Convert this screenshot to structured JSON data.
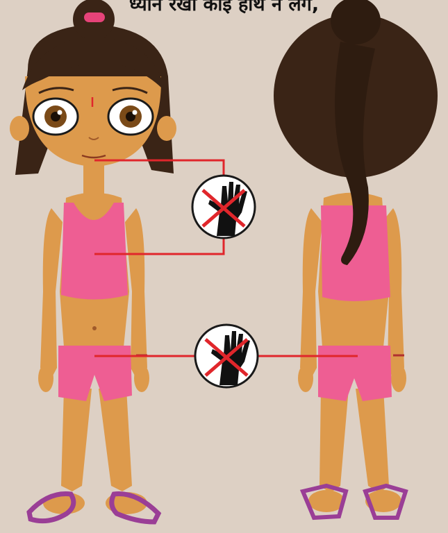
{
  "caption": "ध्यान रखो कोई हाथ न लगे,",
  "colors": {
    "background": "#ddd0c4",
    "skin": "#dd9a4c",
    "hair": "#3a2416",
    "clothing": "#ee5e93",
    "sandal": "#9a3e96",
    "marker_line": "#e0262b",
    "prohibition_cross": "#e0262b"
  },
  "figures": [
    {
      "view": "front",
      "icons": [
        "no-touch-chest-icon",
        "no-touch-groin-icon"
      ]
    },
    {
      "view": "back"
    }
  ],
  "icons": {
    "hand": "raised-hand-icon",
    "prohibition": "prohibition-cross-icon"
  }
}
